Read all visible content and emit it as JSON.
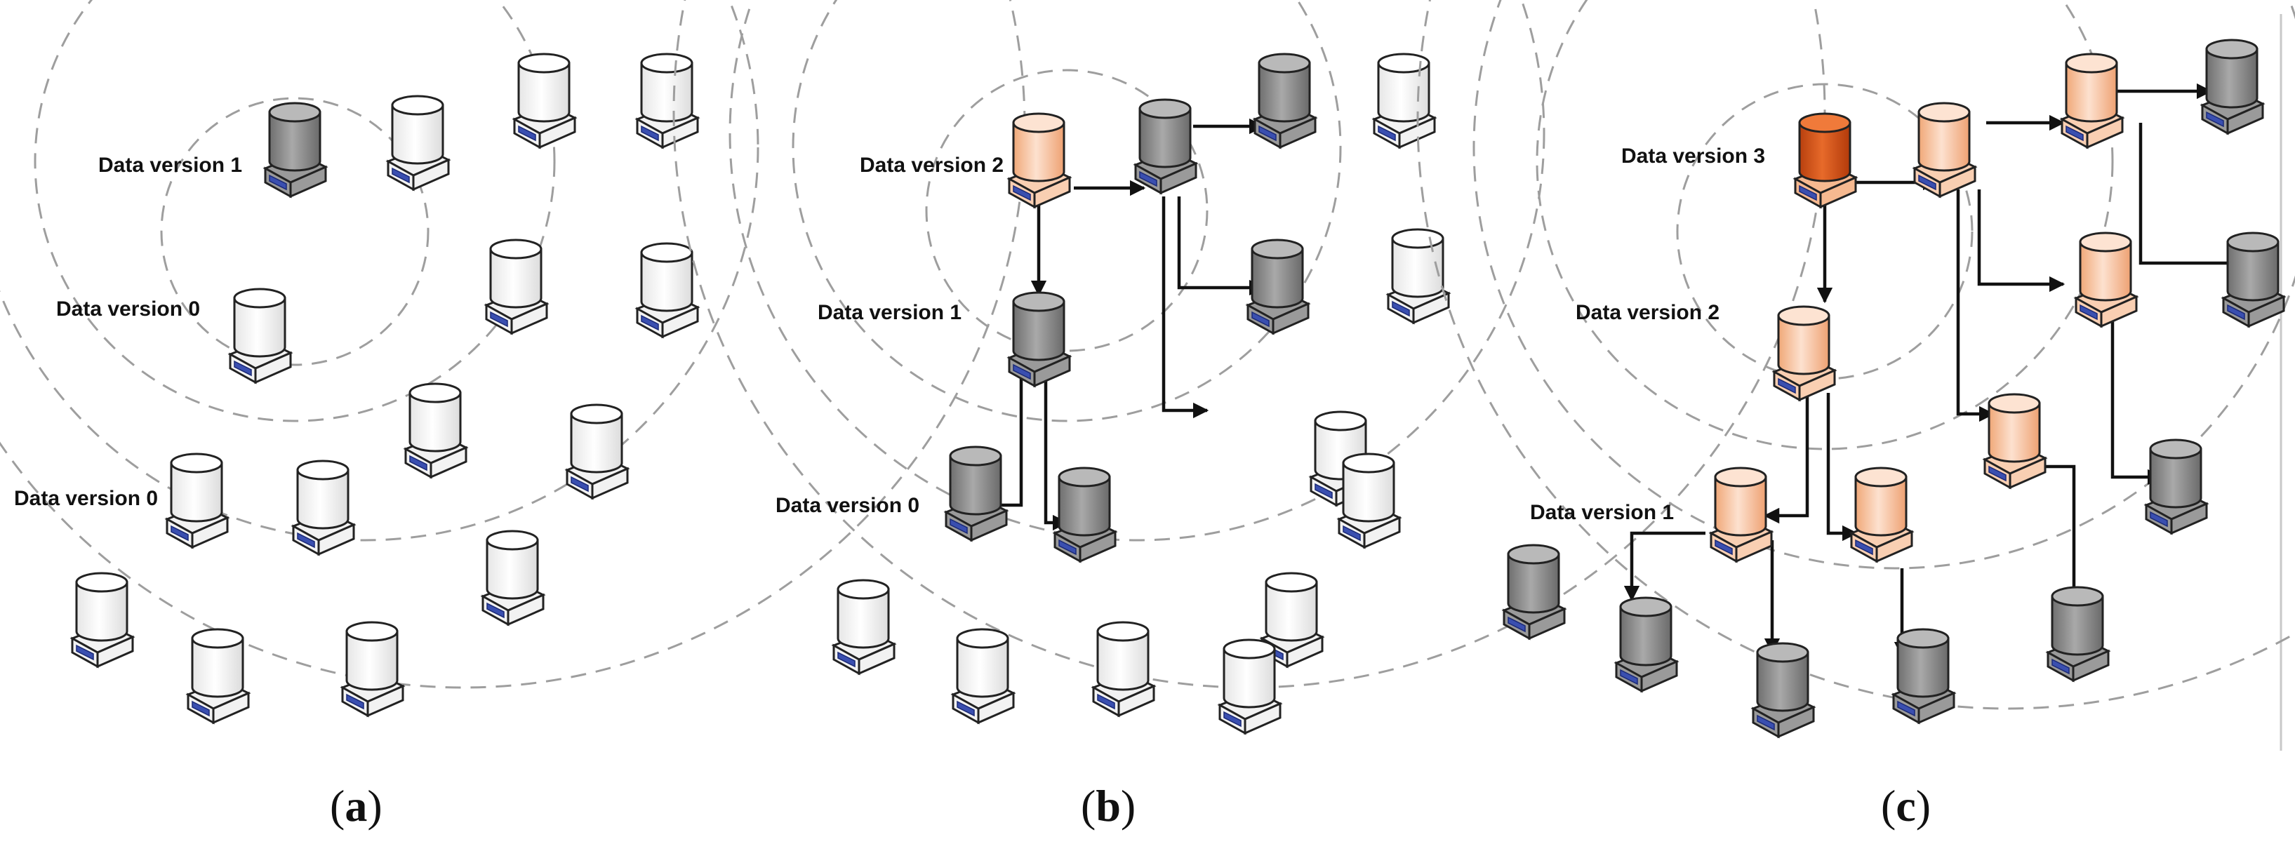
{
  "panels": [
    {
      "caption_open": "(",
      "caption_letter": "a",
      "caption_close": ")",
      "labels": [
        "Data version 1",
        "Data version 0",
        "Data version 0"
      ],
      "node_states": [
        "v1",
        "white",
        "white",
        "white",
        "v0",
        "white",
        "white",
        "white",
        "white",
        "white",
        "white",
        "white",
        "white",
        "white",
        "white",
        "white"
      ]
    },
    {
      "caption_open": "(",
      "caption_letter": "b",
      "caption_close": ")",
      "labels": [
        "Data version 2",
        "Data version 1",
        "Data version 0"
      ],
      "node_states": [
        "v2",
        "gray",
        "gray",
        "white",
        "gray",
        "white",
        "gray",
        "white",
        "gray",
        "gray",
        "white",
        "white",
        "white",
        "white",
        "white",
        "white"
      ]
    },
    {
      "caption_open": "(",
      "caption_letter": "c",
      "caption_close": ")",
      "labels": [
        "Data version 3",
        "Data version 2",
        "Data version 1"
      ],
      "node_states": [
        "v3",
        "peach",
        "peach",
        "gray",
        "peach",
        "gray",
        "peach",
        "peach",
        "gray",
        "peach",
        "peach",
        "gray",
        "gray",
        "gray",
        "gray",
        "gray"
      ]
    }
  ],
  "colors": {
    "white": "#ffffff",
    "gray": "#8a8a8a",
    "peach": "#f6b990",
    "orange": "#d9561c",
    "ring": "#9e9e9e",
    "arrow": "#111111"
  },
  "icons": [
    "database-server-icon",
    "arrow-icon"
  ]
}
